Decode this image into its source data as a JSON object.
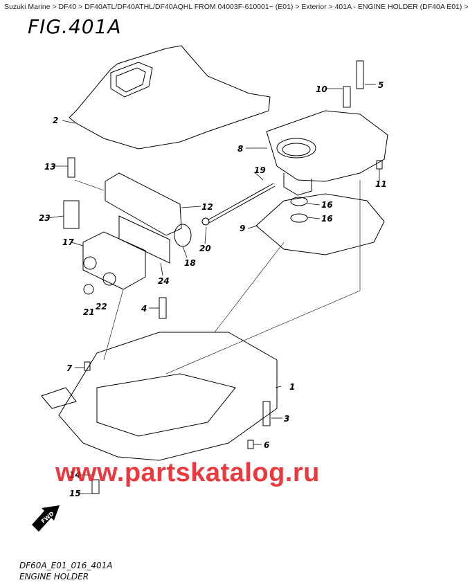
{
  "breadcrumb": {
    "items": [
      "Suzuki Marine",
      "DF40",
      "DF40ATL/DF40ATHL/DF40AQHL FROM 04003F-610001~ (E01)",
      "Exterior",
      "401A - ENGINE HOLDER (DF40A E01)"
    ],
    "separator": ">",
    "trailing": ">"
  },
  "figure": {
    "title": "FIG.401A",
    "code": "DF60A_E01_016_401A",
    "name": "ENGINE HOLDER"
  },
  "callouts": [
    "1",
    "2",
    "3",
    "4",
    "5",
    "6",
    "7",
    "8",
    "9",
    "10",
    "11",
    "12",
    "13",
    "14",
    "15",
    "16",
    "16",
    "17",
    "18",
    "19",
    "20",
    "21",
    "22",
    "23",
    "24"
  ],
  "fwd_label": "FWD",
  "watermark": "www.partskatalog.ru",
  "colors": {
    "watermark": "#e8181e",
    "line": "#000000"
  }
}
